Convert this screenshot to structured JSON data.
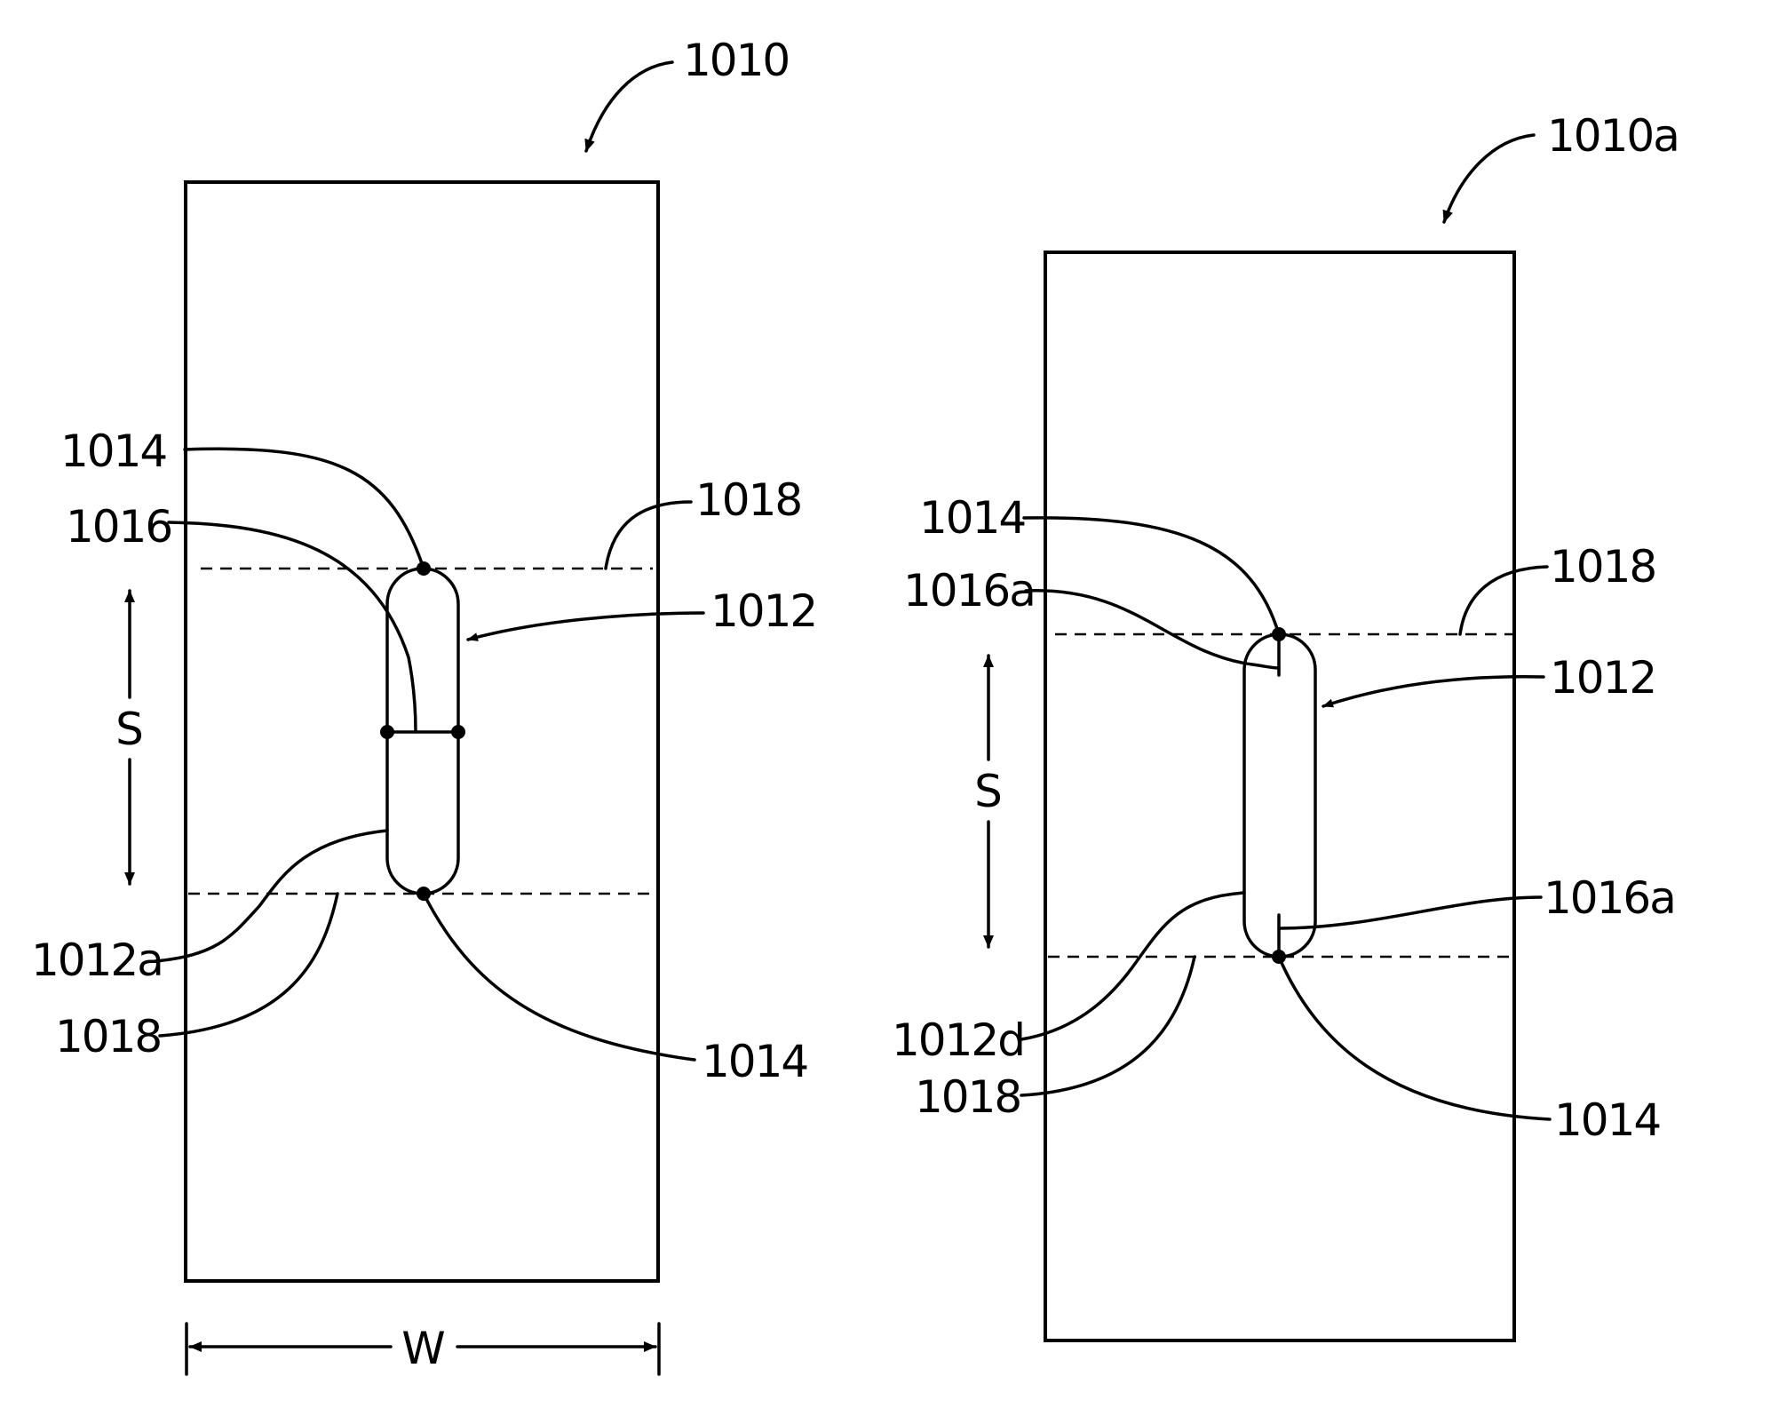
{
  "figures": [
    {
      "ref": "1010",
      "labels": {
        "l1014_top": "1014",
        "l1016": "1016",
        "l1018_top": "1018",
        "l1012": "1012",
        "l1012a": "1012a",
        "l1018_bottom": "1018",
        "l1014_bottom": "1014"
      },
      "dims": {
        "s": "S",
        "w": "W"
      }
    },
    {
      "ref": "1010a",
      "labels": {
        "l1014_top": "1014",
        "l1016a_top": "1016a",
        "l1018_top": "1018",
        "l1012": "1012",
        "l1016a_bottom": "1016a",
        "l1012d": "1012d",
        "l1018_bottom": "1018",
        "l1014_bottom": "1014"
      },
      "dims": {
        "s": "S"
      }
    }
  ]
}
